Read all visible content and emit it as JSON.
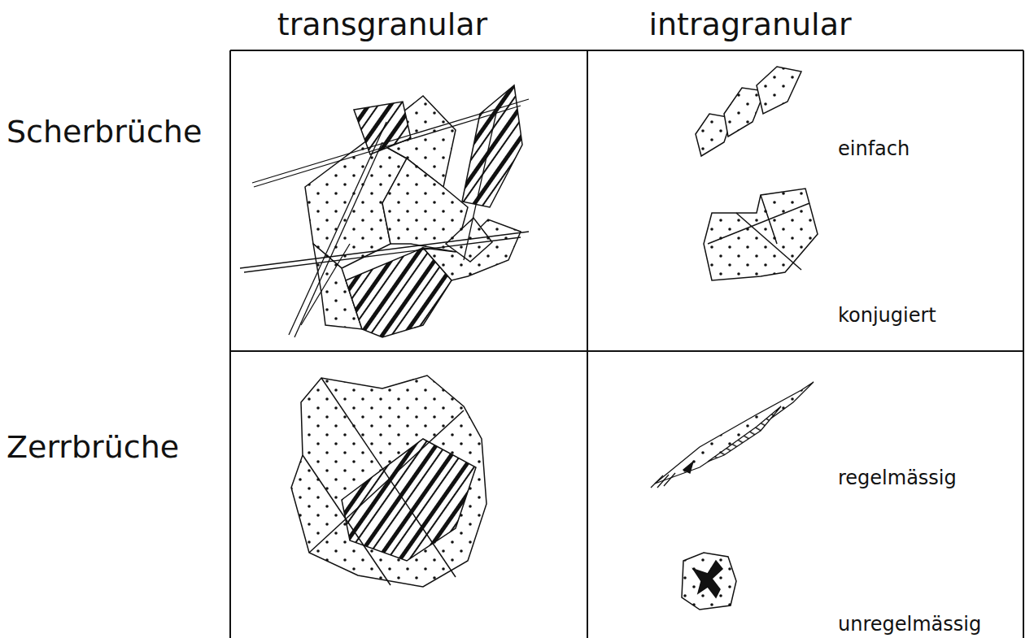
{
  "diagram": {
    "labels": [
      "transgranular",
      "intragranular",
      "Scherbrüche",
      "Zerrbrüche",
      "einfach",
      "konjugiert",
      "regelmässig",
      "unregelmässig"
    ]
  }
}
